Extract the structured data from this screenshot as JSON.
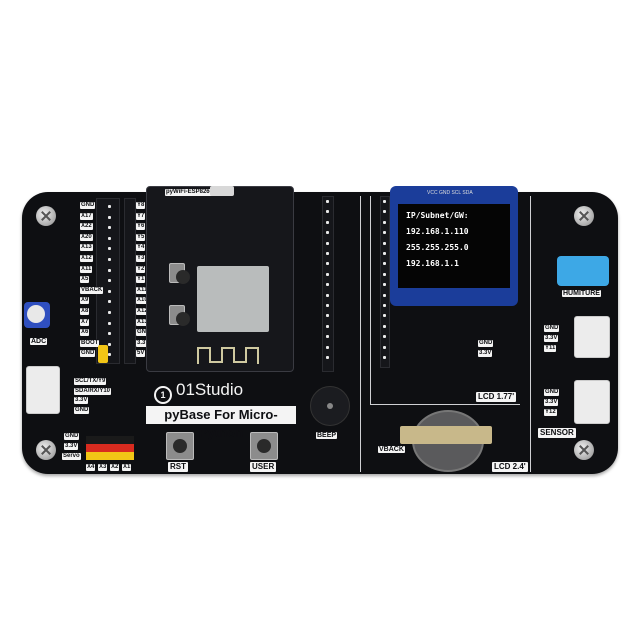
{
  "board": {
    "brand": "01Studio",
    "brand_logo_glyph": "1",
    "title": "pyBase For Micro-Python",
    "colors": {
      "pcb": "#0e0f12",
      "silkscreen": "#f4f4f4",
      "oled_pcb": "#1b3d9a",
      "dht_sensor": "#3da8e6",
      "jumper": "#f2c516"
    }
  },
  "wifi_module": {
    "label": "pyWiFi-ESP8266",
    "pin_rows": 16
  },
  "oled": {
    "header_pins": "VCC GND SCL SDA",
    "lines": [
      "IP/Subnet/GW:",
      "192.168.1.110",
      "255.255.255.0",
      "192.168.1.1"
    ]
  },
  "labels": {
    "adc": "ADC",
    "rst": "RST",
    "user": "USER",
    "beep": "BEEP",
    "vback": "VBACK",
    "lcd177": "LCD 1.77'",
    "lcd24": "LCD 2.4'",
    "humiture": "HUMITURE",
    "sensor": "SENSOR"
  },
  "i2c_connector": [
    "SCL/TX/Y9",
    "SDA/RX/Y10",
    "3.3V",
    "GND"
  ],
  "servo": {
    "rows": [
      "GND",
      "3.3V",
      "Servo"
    ],
    "channels": [
      "X4",
      "X3",
      "X2",
      "X1"
    ],
    "row_colors": [
      "#1a1a1a",
      "#d92b1f",
      "#f2c516"
    ]
  },
  "sensor_connectors": [
    {
      "pins": [
        "GND",
        "3.3V",
        "Y11"
      ]
    },
    {
      "pins": [
        "GND",
        "3.3V",
        "Y12"
      ]
    }
  ],
  "left_header_labels": [
    "GND",
    "X17",
    "X22",
    "X20",
    "X13",
    "X12",
    "X11",
    "X5",
    "VBACK",
    "X9",
    "X8",
    "X7",
    "X6",
    "BOOT",
    "GND"
  ],
  "right_header_labels": [
    "Y8",
    "Y7",
    "Y6",
    "Y5",
    "Y4",
    "Y3",
    "Y2",
    "Y1",
    "X11",
    "X10",
    "X12",
    "X13",
    "GND",
    "3.3V",
    "5V"
  ],
  "lcd177_pins": [
    "GND",
    "3.3V"
  ]
}
